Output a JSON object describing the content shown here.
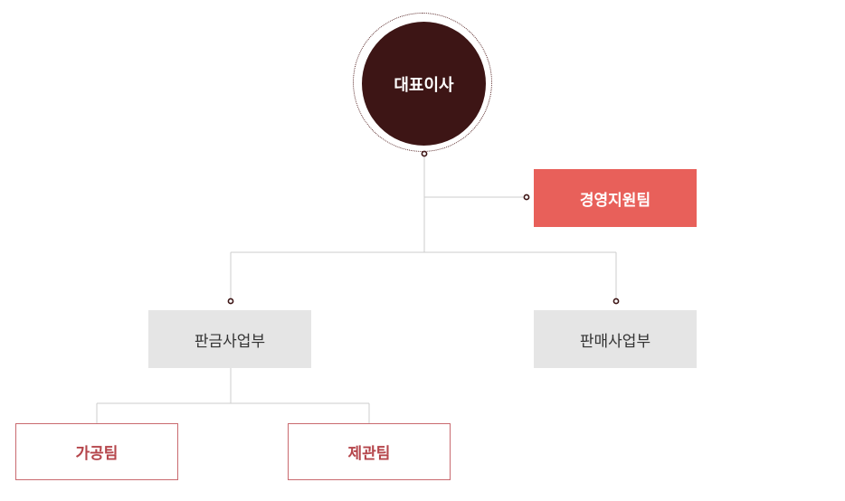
{
  "org_chart": {
    "ceo": {
      "label": "대표이사"
    },
    "support_team": {
      "label": "경영지원팀"
    },
    "divisions": [
      {
        "label": "판금사업부",
        "teams": [
          {
            "label": "가공팀"
          },
          {
            "label": "제관팀"
          }
        ]
      },
      {
        "label": "판매사업부",
        "teams": []
      }
    ]
  },
  "colors": {
    "ceo_fill": "#3d1515",
    "support_fill": "#e8605a",
    "division_fill": "#e5e5e5",
    "team_border": "#c96a6f",
    "team_text": "#b5454b",
    "connector": "#cccccc"
  }
}
